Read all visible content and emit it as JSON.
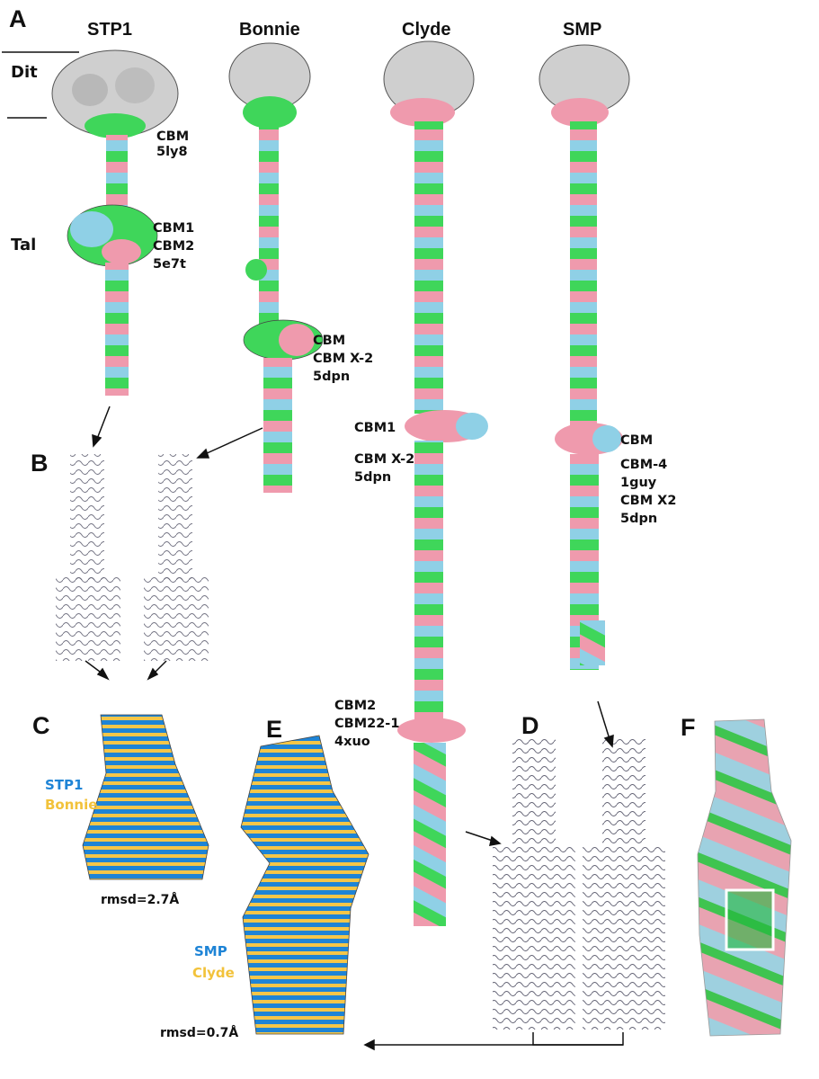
{
  "colors": {
    "pink": "#ef9aad",
    "blue": "#8fd0e6",
    "green": "#3fd65a",
    "grey": "#cfcfcf",
    "overlay_blue": "#1e84d6",
    "overlay_yellow": "#f5c648"
  },
  "panels": {
    "a": {
      "letter": "A",
      "columns": [
        "STP1",
        "Bonnie",
        "Clyde",
        "SMP"
      ],
      "side_labels": {
        "dit": "Dit",
        "tal": "Tal"
      },
      "annotations": {
        "stp1_cbm": [
          "CBM",
          "5ly8"
        ],
        "stp1_tal": [
          "CBM1",
          "CBM2",
          "5e7t"
        ],
        "bonnie": [
          "CBM",
          "CBM X-2",
          "5dpn"
        ],
        "clyde_cbm1": [
          "CBM1",
          "CBM X-2",
          "5dpn"
        ],
        "clyde_cbm2": [
          "CBM2",
          "CBM22-1",
          "4xuo"
        ],
        "smp": [
          "CBM",
          "CBM-4",
          "1guy",
          "CBM X2",
          "5dpn"
        ]
      }
    },
    "b": {
      "letter": "B"
    },
    "c": {
      "letter": "C",
      "legend_blue": "STP1",
      "legend_yellow": "Bonnie",
      "rmsd": "rmsd=2.7Å"
    },
    "d": {
      "letter": "D"
    },
    "e": {
      "letter": "E",
      "legend_blue": "SMP",
      "legend_yellow": "Clyde",
      "rmsd": "rmsd=0.7Å"
    },
    "f": {
      "letter": "F"
    }
  }
}
